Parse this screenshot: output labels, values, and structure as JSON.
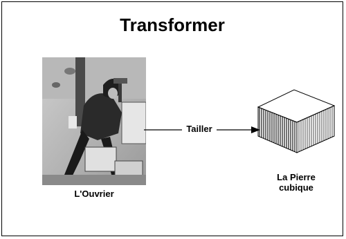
{
  "title": "Transformer",
  "left_caption": "L'Ouvrier",
  "arrow_label": "Tailler",
  "right_caption_line1": "La Pierre",
  "right_caption_line2": "cubique"
}
